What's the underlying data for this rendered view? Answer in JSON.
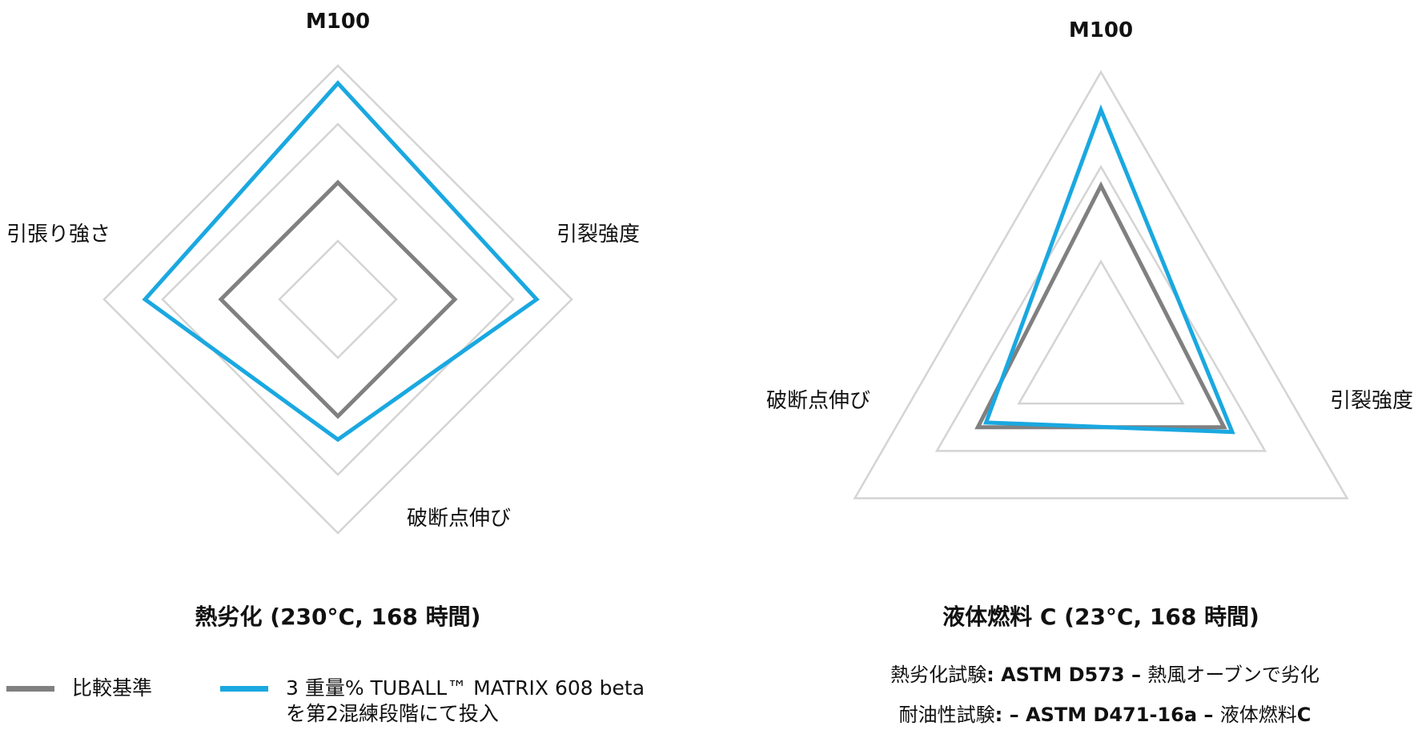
{
  "colors": {
    "baseline": "#808080",
    "tuball": "#1aa8e0",
    "grid": "#d4d4d4"
  },
  "chart_data": [
    {
      "type": "radar",
      "title": "熱劣化 (230°C, 168 時間)",
      "axes": [
        "M100",
        "引裂強度",
        "破断点伸び",
        "引張り強さ"
      ],
      "range": [
        0,
        4
      ],
      "grid_levels": [
        1,
        2,
        3,
        4
      ],
      "series": [
        {
          "name": "比較基準",
          "values": [
            2,
            2,
            2,
            2
          ]
        },
        {
          "name": "3 重量% TUBALL™ MATRIX 608 beta を第2混練段階にて投入",
          "values": [
            3.7,
            3.4,
            2.4,
            3.3
          ]
        }
      ]
    },
    {
      "type": "radar",
      "title": "液体燃料 C (23°C, 168 時間)",
      "axes": [
        "M100",
        "引裂強度",
        "破断点伸び"
      ],
      "range": [
        0,
        3
      ],
      "grid_levels": [
        1,
        2,
        3
      ],
      "series": [
        {
          "name": "比較基準",
          "values": [
            1.8,
            1.5,
            1.5
          ]
        },
        {
          "name": "3 重量% TUBALL™ MATRIX 608 beta を第2混練段階にて投入",
          "values": [
            2.6,
            1.6,
            1.4
          ]
        }
      ]
    }
  ],
  "legend": {
    "baseline_label": "比較基準",
    "tuball_label_line1": "3 重量% TUBALL™ MATRIX 608 beta",
    "tuball_label_line2": "を第2混練段階にて投入"
  },
  "notes": {
    "line1_prefix": "熱劣化試験",
    "line1_bold": ": ASTM D573 – ",
    "line1_suffix": "熱風オーブンで劣化",
    "line2_prefix": "耐油性試験",
    "line2_bold": ": – ASTM D471-16a – ",
    "line2_suffix": "液体燃料",
    "line2_end": "C"
  }
}
